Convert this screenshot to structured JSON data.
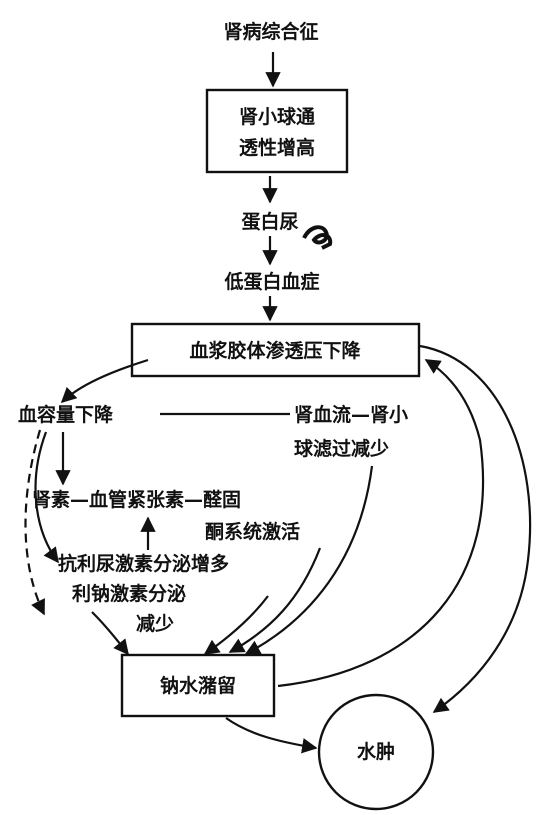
{
  "diagram": {
    "nodes": {
      "nephrotic": "肾病综合征",
      "glom_perm_1": "肾小球通",
      "glom_perm_2": "透性增高",
      "proteinuria": "蛋白尿",
      "hypoalbumin": "低蛋白血症",
      "oncotic_drop": "血浆胶体渗透压下降",
      "vol_drop": "血容量下降",
      "gfr_drop_1": "肾血流—肾小",
      "gfr_drop_2": "球滤过减少",
      "raas_1": "肾素—血管紧张素—醛固",
      "raas_2": "酮系统激活",
      "adh": "抗利尿激素分泌增多",
      "anp_1": "利钠激素分泌",
      "anp_2": "减少",
      "retention": "钠水潴留",
      "edema": "水肿"
    }
  }
}
